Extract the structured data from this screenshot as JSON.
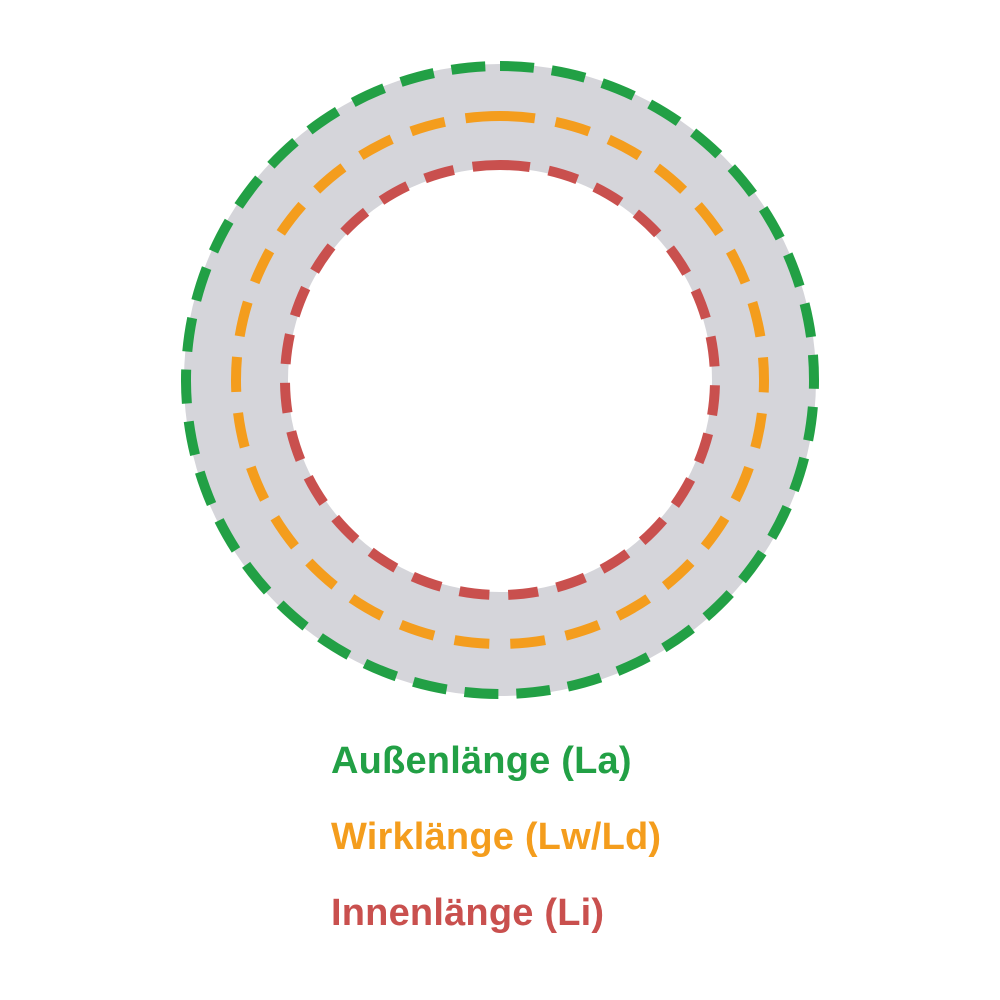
{
  "page": {
    "background_color": "#ffffff"
  },
  "diagram": {
    "kind": "v-belt-length-diagram",
    "ring_color": "#d5d5da"
  },
  "measurements": {
    "outer": {
      "label": "Außenlänge (La)",
      "abbreviation": "La",
      "color": "#22a045"
    },
    "effective": {
      "label": "Wirklänge (Lw/Ld)",
      "abbreviation": "Lw/Ld",
      "color": "#f49d1d"
    },
    "inner": {
      "label": "Innenlänge (Li)",
      "abbreviation": "Li",
      "color": "#c9504e"
    }
  }
}
